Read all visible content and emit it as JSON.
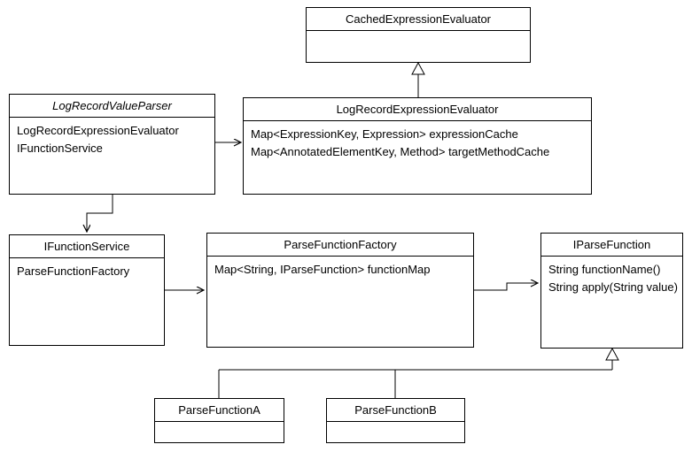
{
  "diagram": {
    "type": "uml-class-diagram",
    "background_color": "#ffffff",
    "line_color": "#000000",
    "text_color": "#000000",
    "classes": [
      {
        "id": "CachedExpressionEvaluator",
        "name": "CachedExpressionEvaluator",
        "abstract": false,
        "attributes": []
      },
      {
        "id": "LogRecordValueParser",
        "name": "LogRecordValueParser",
        "abstract": true,
        "attributes": [
          "LogRecordExpressionEvaluator",
          "IFunctionService"
        ]
      },
      {
        "id": "LogRecordExpressionEvaluator",
        "name": "LogRecordExpressionEvaluator",
        "abstract": false,
        "attributes": [
          "Map<ExpressionKey, Expression> expressionCache",
          "Map<AnnotatedElementKey, Method> targetMethodCache"
        ]
      },
      {
        "id": "IFunctionService",
        "name": "IFunctionService",
        "abstract": false,
        "attributes": [
          "ParseFunctionFactory"
        ]
      },
      {
        "id": "ParseFunctionFactory",
        "name": "ParseFunctionFactory",
        "abstract": false,
        "attributes": [
          "Map<String, IParseFunction> functionMap"
        ]
      },
      {
        "id": "IParseFunction",
        "name": "IParseFunction",
        "abstract": false,
        "attributes": [
          "String functionName()",
          "String apply(String value)"
        ]
      },
      {
        "id": "ParseFunctionA",
        "name": "ParseFunctionA",
        "abstract": false,
        "attributes": []
      },
      {
        "id": "ParseFunctionB",
        "name": "ParseFunctionB",
        "abstract": false,
        "attributes": []
      }
    ],
    "relationships": [
      {
        "id": "rel-evaluator-extends-cached",
        "from": "LogRecordExpressionEvaluator",
        "to": "CachedExpressionEvaluator",
        "kind": "generalization"
      },
      {
        "id": "rel-parser-uses-evaluator",
        "from": "LogRecordValueParser",
        "to": "LogRecordExpressionEvaluator",
        "kind": "association"
      },
      {
        "id": "rel-parser-uses-functionservice",
        "from": "LogRecordValueParser",
        "to": "IFunctionService",
        "kind": "association"
      },
      {
        "id": "rel-functionservice-uses-factory",
        "from": "IFunctionService",
        "to": "ParseFunctionFactory",
        "kind": "association"
      },
      {
        "id": "rel-factory-uses-parsefunction",
        "from": "ParseFunctionFactory",
        "to": "IParseFunction",
        "kind": "association"
      },
      {
        "id": "rel-a-implements-parsefunction",
        "from": "ParseFunctionA",
        "to": "IParseFunction",
        "kind": "generalization"
      },
      {
        "id": "rel-b-implements-parsefunction",
        "from": "ParseFunctionB",
        "to": "IParseFunction",
        "kind": "generalization"
      }
    ]
  }
}
